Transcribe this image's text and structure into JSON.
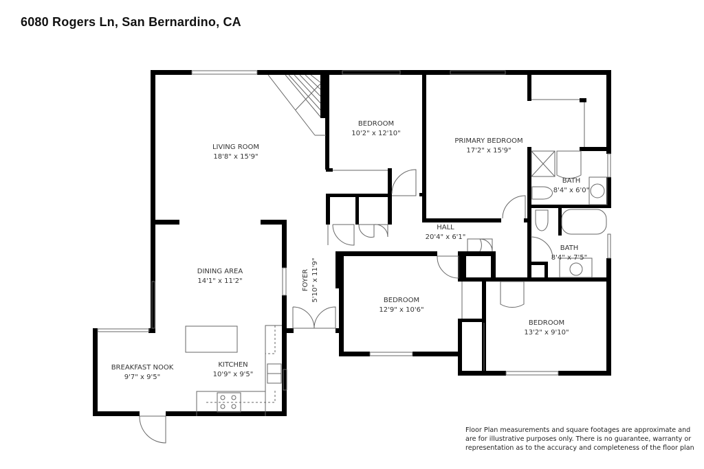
{
  "header": {
    "address": "6080 Rogers Ln, San Bernardino, CA"
  },
  "rooms": {
    "living_room": {
      "name": "LIVING ROOM",
      "dims": "18'8\" x 15'9\""
    },
    "bedroom_1": {
      "name": "BEDROOM",
      "dims": "10'2\" x 12'10\""
    },
    "primary_bedroom": {
      "name": "PRIMARY BEDROOM",
      "dims": "17'2\" x 15'9\""
    },
    "bath_1": {
      "name": "BATH",
      "dims": "8'4\" x 6'0\""
    },
    "hall": {
      "name": "HALL",
      "dims": "20'4\" x 6'1\""
    },
    "bath_2": {
      "name": "BATH",
      "dims": "8'4\" x 7'5\""
    },
    "dining_area": {
      "name": "DINING AREA",
      "dims": "14'1\" x 11'2\""
    },
    "foyer": {
      "name": "FOYER",
      "dims": "5'10\" x 11'9\""
    },
    "bedroom_2": {
      "name": "BEDROOM",
      "dims": "12'9\" x 10'6\""
    },
    "bedroom_3": {
      "name": "BEDROOM",
      "dims": "13'2\" x 9'10\""
    },
    "breakfast_nook": {
      "name": "BREAKFAST NOOK",
      "dims": "9'7\" x 9'5\""
    },
    "kitchen": {
      "name": "KITCHEN",
      "dims": "10'9\" x 9'5\""
    }
  },
  "footer": {
    "disclaimer": "Floor Plan measurements and square footages are approximate and are for illustrative purposes only. There is no guarantee, warranty or representation as to the accuracy and completeness of the floor plan"
  },
  "colors": {
    "wall": "#000000",
    "fixture": "#555555",
    "text": "#333333"
  }
}
